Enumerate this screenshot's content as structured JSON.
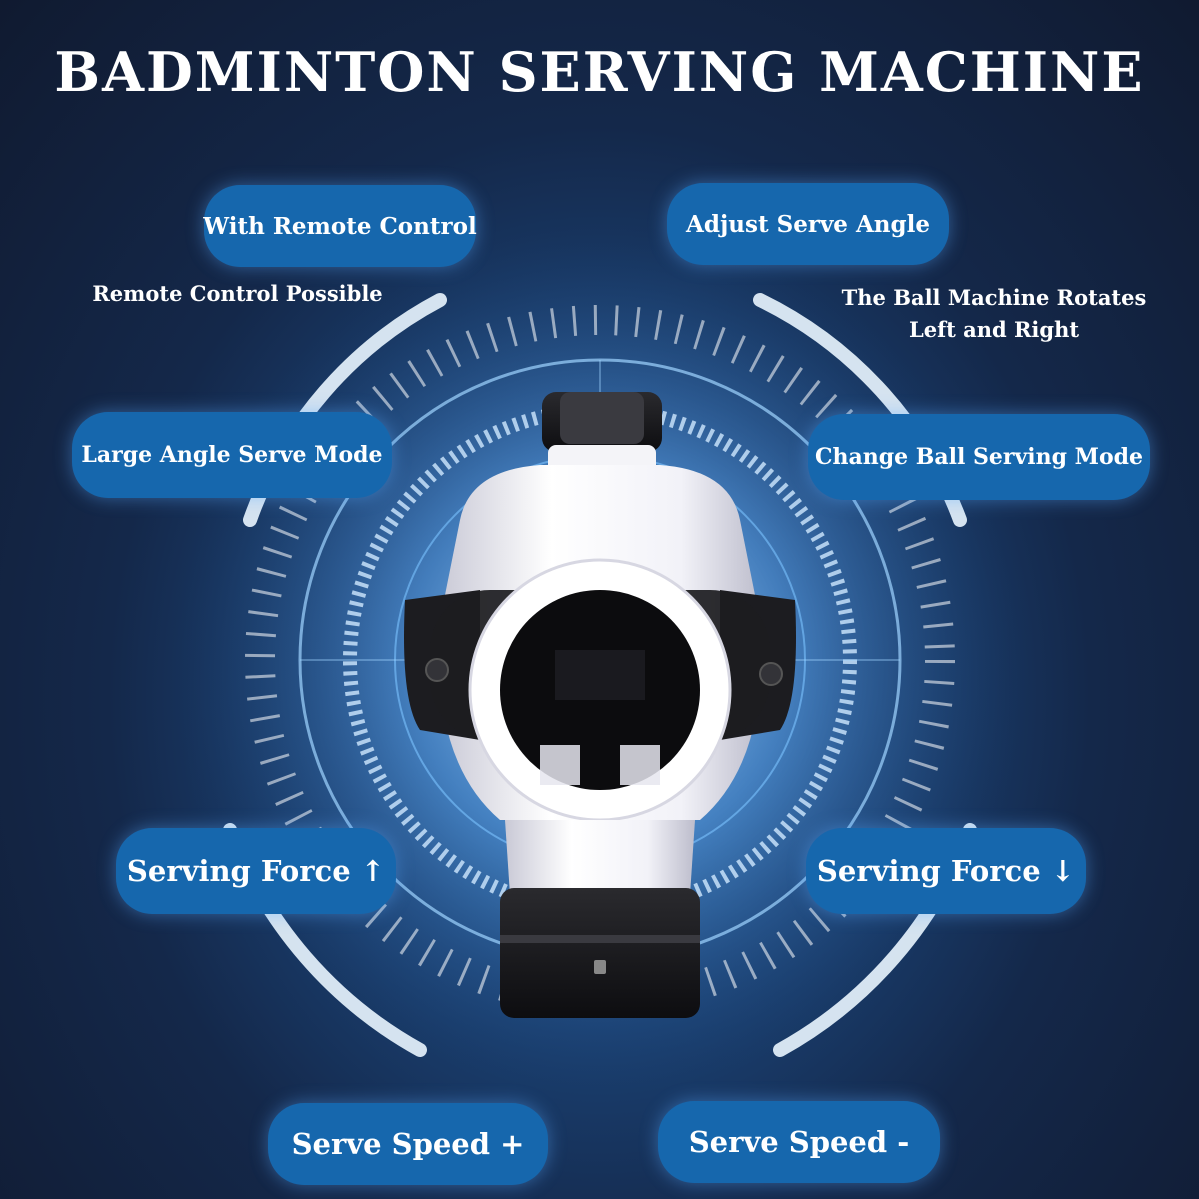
{
  "title": "BADMINTON SERVING MACHINE",
  "labels": {
    "remote": "With Remote Control",
    "angle": "Adjust Serve Angle",
    "large_angle": "Large Angle Serve Mode",
    "change_mode": "Change Ball Serving Mode",
    "force_up": "Serving Force ↑",
    "force_down": "Serving Force ↓",
    "speed_up": "Serve Speed +",
    "speed_down": "Serve Speed -"
  },
  "notes": {
    "remote": "Remote Control Possible",
    "rotate_line1": "The Ball Machine Rotates",
    "rotate_line2": "Left and Right"
  },
  "colors": {
    "pill": "#1667ad",
    "background": "#14284a",
    "glow": "#9fd4ff"
  }
}
